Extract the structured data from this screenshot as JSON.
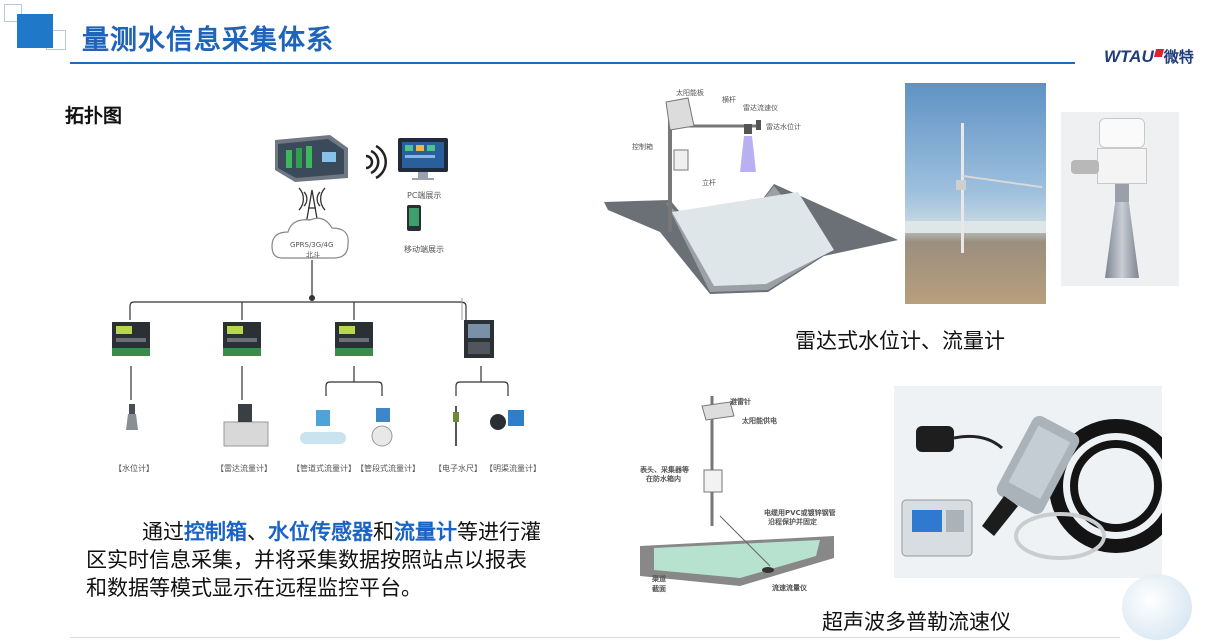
{
  "header": {
    "title": "量测水信息采集体系",
    "logo_en": "WTAU",
    "logo_cn": "微特"
  },
  "section": {
    "label": "拓扑图"
  },
  "topology": {
    "pc_label": "PC端展示",
    "mobile_label": "移动端展示",
    "cloud_line1": "GPRS/3G/4G",
    "cloud_line2": "北斗",
    "devices": [
      "【水位计】",
      "【雷达流量计】",
      "【管道式流量计】",
      "【管段式流量计】",
      "【电子水尺】",
      "【明渠流量计】"
    ]
  },
  "body": {
    "p1": "通过",
    "h1": "控制箱",
    "sep1": "、",
    "h2": "水位传感器",
    "p2": "和",
    "h3": "流量计",
    "p3": "等进行灌区实时信息采集，并将采集数据按照站点以报表和数据等模式显示在远程监控平台。"
  },
  "radar": {
    "caption": "雷达式水位计、流量计",
    "labels": {
      "solar": "太阳能板",
      "crossbar": "横杆",
      "velocity": "雷达流速仪",
      "level": "雷达水位计",
      "box": "控制箱",
      "pole": "立杆"
    }
  },
  "doppler": {
    "caption": "超声波多普勒流速仪",
    "labels": {
      "lightning": "避雷针",
      "solar": "太阳能供电",
      "meter_line1": "表头、采集器等",
      "meter_line2": "在防水箱内",
      "cable_line1": "电缆用PVC或镀锌钢管",
      "cable_line2": "沿程保护并固定",
      "channel_line1": "渠道",
      "channel_line2": "截面",
      "instrument": "流速流量仪"
    }
  },
  "colors": {
    "accent": "#1f64b8",
    "highlight": "#1a63c4",
    "logo_red": "#d8262e"
  }
}
